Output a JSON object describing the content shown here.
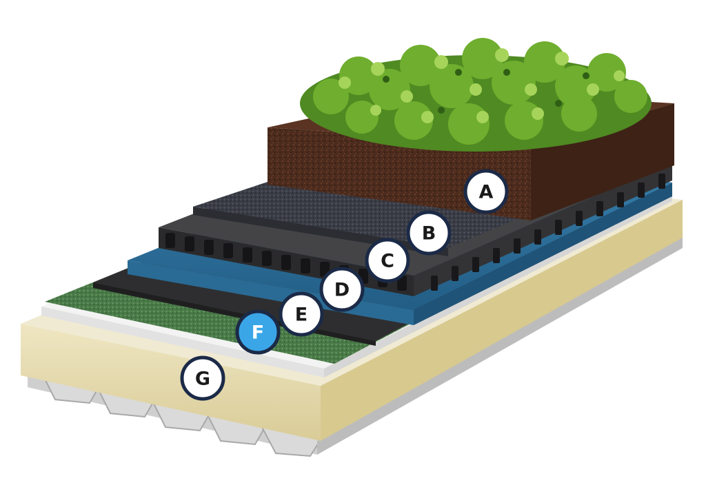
{
  "diagram": {
    "labels": {
      "a": "A",
      "b": "B",
      "c": "C",
      "d": "D",
      "e": "E",
      "f": "F",
      "g": "G"
    },
    "colors": {
      "badge_fill": "#ffffff",
      "badge_ring": "#1b2a47",
      "badge_text": "#1a1a1a",
      "badge_highlight_fill": "#3aa6e8",
      "badge_highlight_text": "#ffffff",
      "vegetation": "#6fae2e",
      "soil": "#4a2a1c",
      "filter_fabric": "#3a3d45",
      "drainage_board": "#3c3c3c",
      "insulation": "#2d6f99",
      "membrane": "#333333",
      "cap_sheet": "#4d7a4a",
      "cover_board": "#e9e9e9",
      "substrate": "#e6dcb0",
      "deck": "#d7d7d7"
    }
  }
}
